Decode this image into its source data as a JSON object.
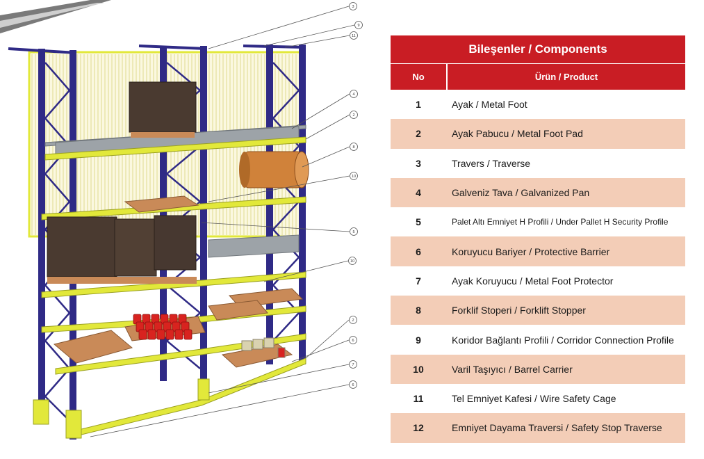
{
  "colors": {
    "header_red": "#c91d24",
    "row_alt": "#f3cdb7",
    "upright_blue": "#2f2a86",
    "beam_yellow": "#e2e83a"
  },
  "table": {
    "title": "Bileşenler / Components",
    "col_no": "No",
    "col_product": "Ürün / Product",
    "rows": [
      {
        "no": "1",
        "product": "Ayak / Metal Foot"
      },
      {
        "no": "2",
        "product": "Ayak Pabucu / Metal Foot Pad"
      },
      {
        "no": "3",
        "product": "Travers / Traverse"
      },
      {
        "no": "4",
        "product": "Galveniz Tava / Galvanized Pan"
      },
      {
        "no": "5",
        "product": "Palet Altı Emniyet H Profili / Under Pallet H Security Profile"
      },
      {
        "no": "6",
        "product": "Koruyucu Bariyer / Protective Barrier"
      },
      {
        "no": "7",
        "product": "Ayak Koruyucu / Metal Foot Protector"
      },
      {
        "no": "8",
        "product": "Forklif Stoperi / Forklift Stopper"
      },
      {
        "no": "9",
        "product": "Koridor Bağlantı Profili / Corridor Connection Profile"
      },
      {
        "no": "10",
        "product": "Varil Taşıyıcı / Barrel Carrier"
      },
      {
        "no": "11",
        "product": "Tel Emniyet Kafesi / Wire Safety Cage"
      },
      {
        "no": "12",
        "product": "Emniyet Dayama Traversi / Safety Stop Traverse"
      }
    ]
  },
  "callouts": [
    "3",
    "9",
    "11",
    "4",
    "2",
    "8",
    "10",
    "5",
    "10",
    "2",
    "6",
    "7",
    "6"
  ]
}
